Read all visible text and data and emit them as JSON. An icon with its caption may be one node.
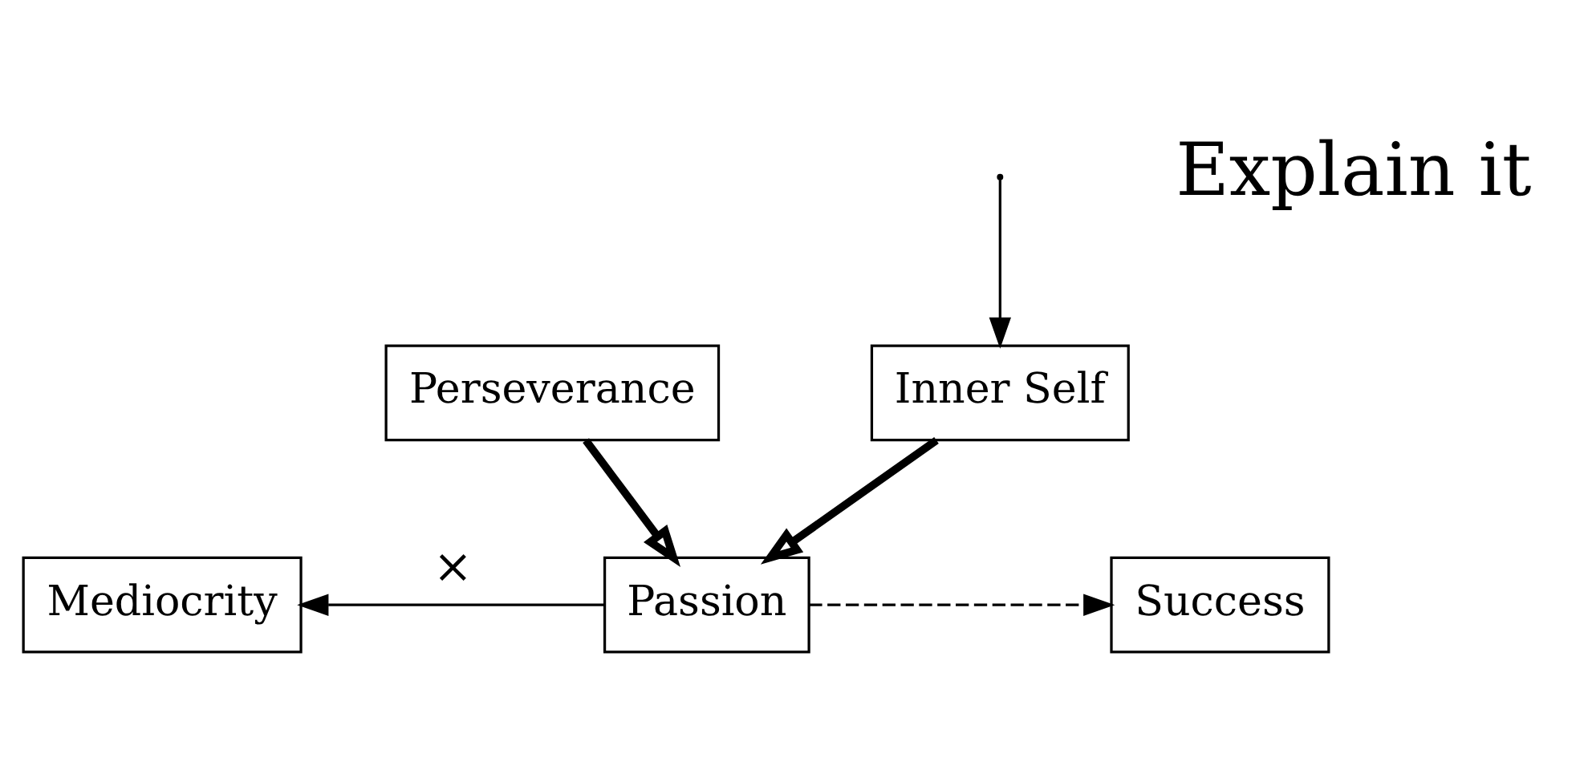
{
  "diagram": {
    "nodes": [
      {
        "text": [
          "Inner Self"
        ]
      },
      {
        "text": [
          "Mediocrity"
        ]
      },
      {
        "text": [
          "Passion"
        ]
      },
      {
        "text": [
          "Success"
        ]
      },
      {
        "text": [
          "Perseverance"
        ]
      }
    ],
    "edges": [
      {
        "from": 0,
        "to": 2,
        "arrow": "to",
        "style": "thick"
      },
      {
        "from": 2,
        "to": 1,
        "arrow": "to",
        "label": "×"
      },
      {
        "from": 2,
        "to": 3,
        "arrow": "to",
        "style": "dashed"
      },
      {
        "from": 4,
        "to": 2,
        "arrow": "to",
        "style": "thick"
      },
      {
        "from": null,
        "to": 0,
        "arrow": "to"
      }
    ],
    "labels": [
      "Explain it"
    ]
  }
}
